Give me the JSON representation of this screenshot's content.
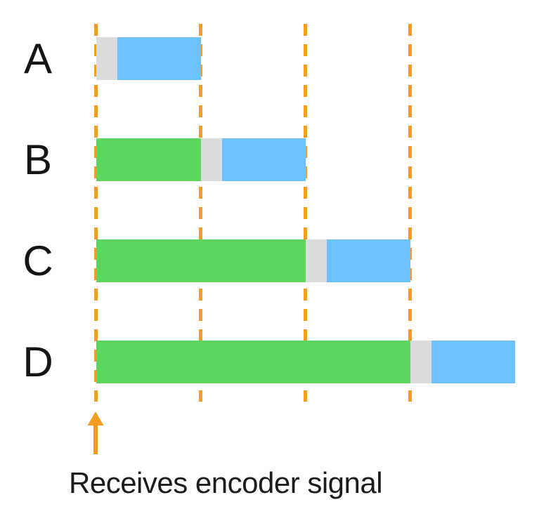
{
  "colors": {
    "green": "#5ed55e",
    "blue": "#6ec1ff",
    "gray": "#dcdcdc",
    "orange": "#f59c23",
    "label": "#151515"
  },
  "annotation": {
    "label": "Receives encoder signal"
  },
  "chart_data": {
    "type": "bar",
    "subtype": "timing-diagram",
    "unit": "encoder signal periods",
    "gridlines_periods": [
      0,
      1,
      2,
      3
    ],
    "rows": [
      {
        "label": "A",
        "segments": [
          {
            "kind": "green",
            "periods": 0.0
          },
          {
            "kind": "gray",
            "periods": 0.2
          },
          {
            "kind": "blue",
            "periods": 0.8
          }
        ]
      },
      {
        "label": "B",
        "segments": [
          {
            "kind": "green",
            "periods": 1.0
          },
          {
            "kind": "gray",
            "periods": 0.2
          },
          {
            "kind": "blue",
            "periods": 0.8
          }
        ]
      },
      {
        "label": "C",
        "segments": [
          {
            "kind": "green",
            "periods": 2.0
          },
          {
            "kind": "gray",
            "periods": 0.2
          },
          {
            "kind": "blue",
            "periods": 0.8
          }
        ]
      },
      {
        "label": "D",
        "segments": [
          {
            "kind": "green",
            "periods": 3.0
          },
          {
            "kind": "gray",
            "periods": 0.2
          },
          {
            "kind": "blue",
            "periods": 0.8
          }
        ]
      }
    ],
    "annotation": "Receives encoder signal",
    "legend": "none",
    "axes": "none"
  }
}
